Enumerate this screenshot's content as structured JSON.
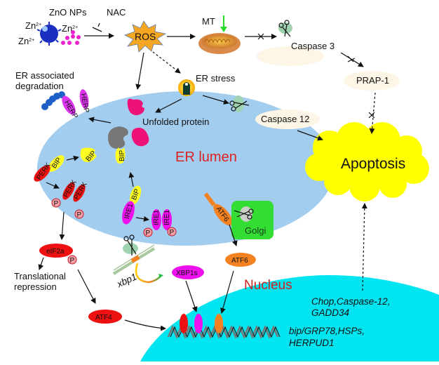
{
  "figure": {
    "title": "ZnO NPs induced ER stress and apoptosis pathway",
    "colors": {
      "er_lumen": "#a3cdef",
      "nucleus": "#00e5f0",
      "apoptosis": "#ffff00",
      "golgi": "#33dd33",
      "ros": "#f5a623",
      "perk": "#ee1111",
      "ire1": "#ee11ee",
      "bip": "#ffff22",
      "atf6": "#f58220",
      "phospho": "#f7a0a8",
      "er_lumen_text": "#dd2222",
      "nucleus_text": "#cc2222",
      "mt_arrow": "#22dd22"
    }
  },
  "labels": {
    "zno_nps": "ZnO NPs",
    "zn_ion": "Zn",
    "zn_charge": "2+",
    "nac": "NAC",
    "ros": "ROS",
    "mt": "MT",
    "caspase3": "Caspase 3",
    "prap1": "PRAP-1",
    "er_stress": "ER stress",
    "erad_line1": "ER associated",
    "erad_line2": "degradation",
    "unfolded_protein": "Unfolded protein",
    "caspase12": "Caspase 12",
    "er_lumen": "ER lumen",
    "apoptosis": "Apoptosis",
    "golgi": "Golgi",
    "translational_line1": "Translational",
    "translational_line2": "repression",
    "nucleus": "Nucleus",
    "chop_line1": "Chop,Caspase-12,",
    "chop_line2": "GADD34",
    "bip_line1": "bip/GRP78,HSPs,",
    "bip_line2": "HERPUD1",
    "xbp1": "xbp1"
  },
  "proteins": {
    "herp": "HERP",
    "bip": "BIP",
    "perk": "PERK",
    "ire1": "IRE1",
    "atf6": "ATF6",
    "eif2a": "eIF2a",
    "atf4": "ATF4",
    "xbp1s": "XBP1s",
    "phospho": "P"
  }
}
